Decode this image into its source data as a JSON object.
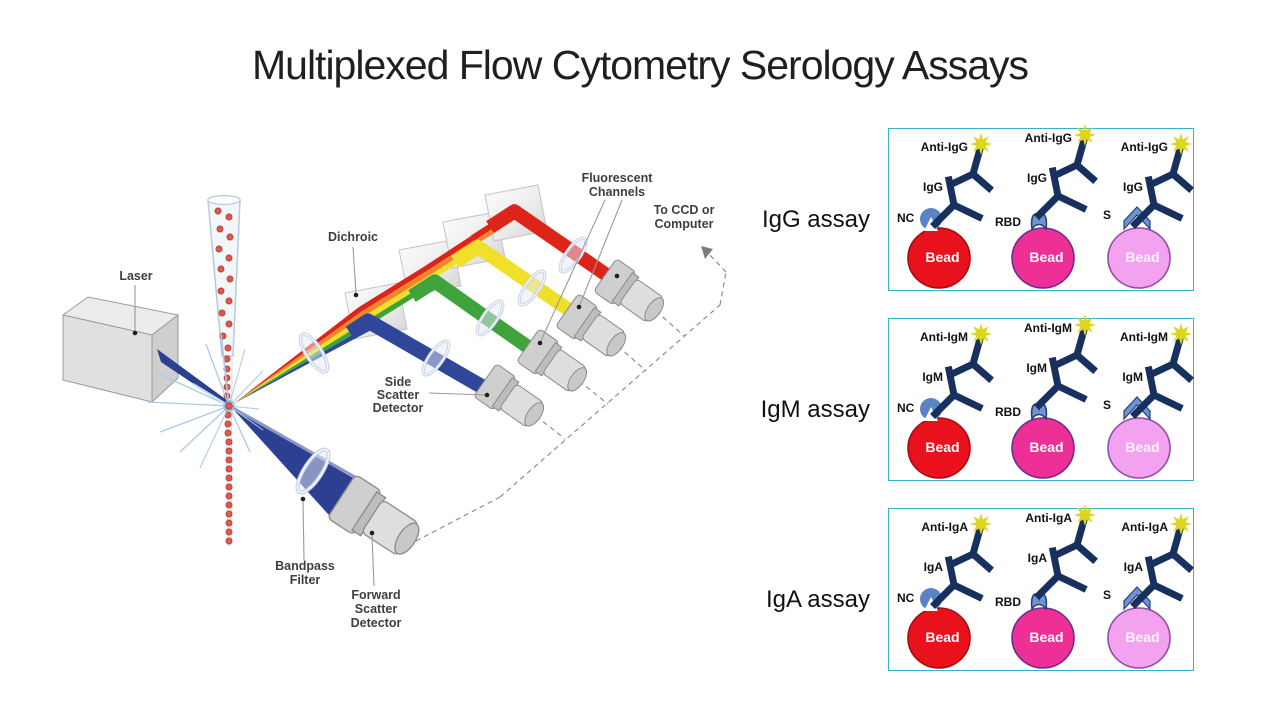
{
  "slide": {
    "title": "Multiplexed Flow Cytometry Serology Assays"
  },
  "diagram": {
    "labels": {
      "laser": "Laser",
      "dichroic": "Dichroic",
      "fluorescent": [
        "Fluorescent",
        "Channels"
      ],
      "ccd": [
        "To CCD or",
        "Computer"
      ],
      "side_scatter": [
        "Side",
        "Scatter",
        "Detector"
      ],
      "bandpass": [
        "Bandpass",
        "Filter"
      ],
      "forward_scatter": [
        "Forward",
        "Scatter",
        "Detector"
      ]
    }
  },
  "assays": [
    {
      "label": "IgG assay",
      "complexes": [
        {
          "antigen": "NC",
          "ig": "IgG",
          "anti": "Anti-IgG",
          "bead": "Bead"
        },
        {
          "antigen": "RBD",
          "ig": "IgG",
          "anti": "Anti-IgG",
          "bead": "Bead"
        },
        {
          "antigen": "S",
          "ig": "IgG",
          "anti": "Anti-IgG",
          "bead": "Bead"
        }
      ]
    },
    {
      "label": "IgM assay",
      "complexes": [
        {
          "antigen": "NC",
          "ig": "IgM",
          "anti": "Anti-IgM",
          "bead": "Bead"
        },
        {
          "antigen": "RBD",
          "ig": "IgM",
          "anti": "Anti-IgM",
          "bead": "Bead"
        },
        {
          "antigen": "S",
          "ig": "IgM",
          "anti": "Anti-IgM",
          "bead": "Bead"
        }
      ]
    },
    {
      "label": "IgA assay",
      "complexes": [
        {
          "antigen": "NC",
          "ig": "IgA",
          "anti": "Anti-IgA",
          "bead": "Bead"
        },
        {
          "antigen": "RBD",
          "ig": "IgA",
          "anti": "Anti-IgA",
          "bead": "Bead"
        },
        {
          "antigen": "S",
          "ig": "IgA",
          "anti": "Anti-IgA",
          "bead": "Bead"
        }
      ]
    }
  ],
  "colors": {
    "bead_nc": "#e8111c",
    "bead_rbd": "#ee2f96",
    "bead_s": "#f2a2ee",
    "antibody_navy": "#17305e",
    "antigen_blue": "#6f94cf",
    "star_yellow": "#ddd61f",
    "panel_border": "#35b3c8",
    "beam_blue": "#2f4699",
    "beam_green": "#3fa33c",
    "beam_yellow": "#f0e02a",
    "beam_red": "#dd2418"
  }
}
